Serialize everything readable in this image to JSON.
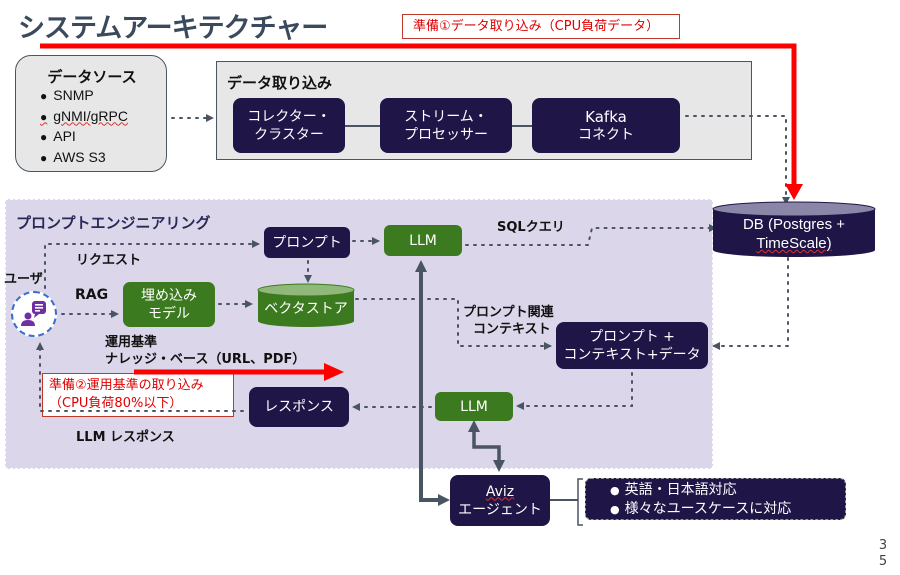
{
  "title": "システムアーキテクチャー",
  "notes": {
    "prep1": "準備①データ取り込み（CPU負荷データ）",
    "prep2_line1": "準備②運用基準の取り込み",
    "prep2_line2": "（CPU負荷80%以下）"
  },
  "data_source": {
    "title": "データソース",
    "items": [
      "SNMP",
      "gNMI/gRPC",
      "API",
      "AWS S3"
    ]
  },
  "ingest": {
    "title": "データ取り込み",
    "nodes": [
      {
        "line1": "コレクター・",
        "line2": "クラスター"
      },
      {
        "line1": "ストリーム・",
        "line2": "プロセッサー"
      },
      {
        "line1": "Kafka",
        "line2": "コネクト"
      }
    ]
  },
  "db": {
    "line1": "DB (Postgres +",
    "line2": "TimeScale)"
  },
  "prompt_engineering": {
    "title": "プロンプトエンジニアリング",
    "user_label": "ユーザ",
    "labels": {
      "request": "リクエスト",
      "rag": "RAG",
      "ops_criteria": "運用基準",
      "knowledge_base": "ナレッジ・ベース（URL、PDF）",
      "llm_response": "LLM レスポンス",
      "sql_query": "SQLクエリ",
      "prompt_context_line1": "プロンプト関連",
      "prompt_context_line2": "コンテキスト"
    },
    "nodes": {
      "prompt": "プロンプト",
      "llm_top": "LLM",
      "embedding_line1": "埋め込み",
      "embedding_line2": "モデル",
      "vector_store": "ベクタストア",
      "prompt_ctx_line1": "プロンプト +",
      "prompt_ctx_line2": "コンテキスト+データ",
      "llm_bottom": "LLM",
      "response": "レスポンス"
    }
  },
  "agent": {
    "line1": "Aviz",
    "line2": "エージェント"
  },
  "features": [
    "英語・日本語対応",
    "様々なユースケースに対応"
  ],
  "page_number": [
    "3",
    "5"
  ],
  "colors": {
    "dark_node": "#1f1547",
    "green_node": "#3c7a1f",
    "pe_background": "#dcd6ea",
    "accent_red": "#ff0000",
    "connector": "#4a5563"
  }
}
